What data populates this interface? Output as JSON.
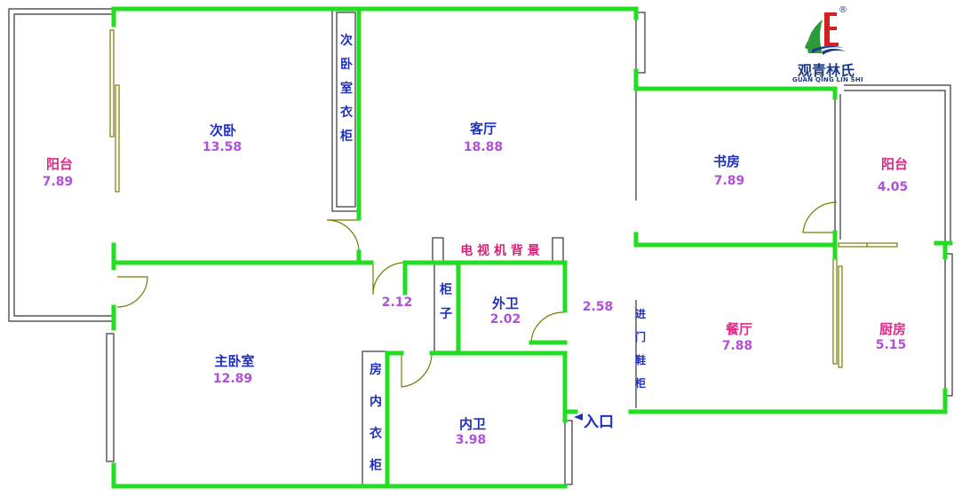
{
  "colors": {
    "wall": "#22dd22",
    "room_name": "#1f2fbf",
    "area": "#b04fd8",
    "pink_label": "#d91f7a",
    "balcony_label": "#e02a8a",
    "door": "#7a7a00",
    "logo_blue": "#1b3a8a",
    "logo_red": "#d42020",
    "logo_green": "#2a9a3a"
  },
  "rooms": {
    "balcony_left": {
      "name": "阳台",
      "area": "7.89"
    },
    "second_bedroom": {
      "name": "次卧",
      "area": "13.58"
    },
    "living_room": {
      "name": "客厅",
      "area": "18.88"
    },
    "study": {
      "name": "书房",
      "area": "7.89"
    },
    "balcony_right": {
      "name": "阳台",
      "area": "4.05"
    },
    "master_bedroom": {
      "name": "主卧室",
      "area": "12.89"
    },
    "outer_bath": {
      "name": "外卫",
      "area": "2.02"
    },
    "inner_bath": {
      "name": "内卫",
      "area": "3.98"
    },
    "dining_room": {
      "name": "餐厅",
      "area": "7.88"
    },
    "kitchen": {
      "name": "厨房",
      "area": "5.15"
    }
  },
  "labels": {
    "second_bedroom_wardrobe": [
      "次",
      "卧",
      "室",
      "衣",
      "柜"
    ],
    "tv_wall": "电 视 机 背 景",
    "cabinet": [
      "柜",
      "子"
    ],
    "room_wardrobe": [
      "房",
      "内",
      "衣",
      "柜"
    ],
    "shoe_cabinet": [
      "进",
      "门",
      "鞋",
      "柜"
    ],
    "corridor_area_left": "2.12",
    "corridor_area_right": "2.58",
    "entrance": "入口"
  },
  "logo": {
    "brand": "观青林氏",
    "brand_pinyin": "GUAN QING LIN SHI",
    "registered_mark": "®"
  }
}
